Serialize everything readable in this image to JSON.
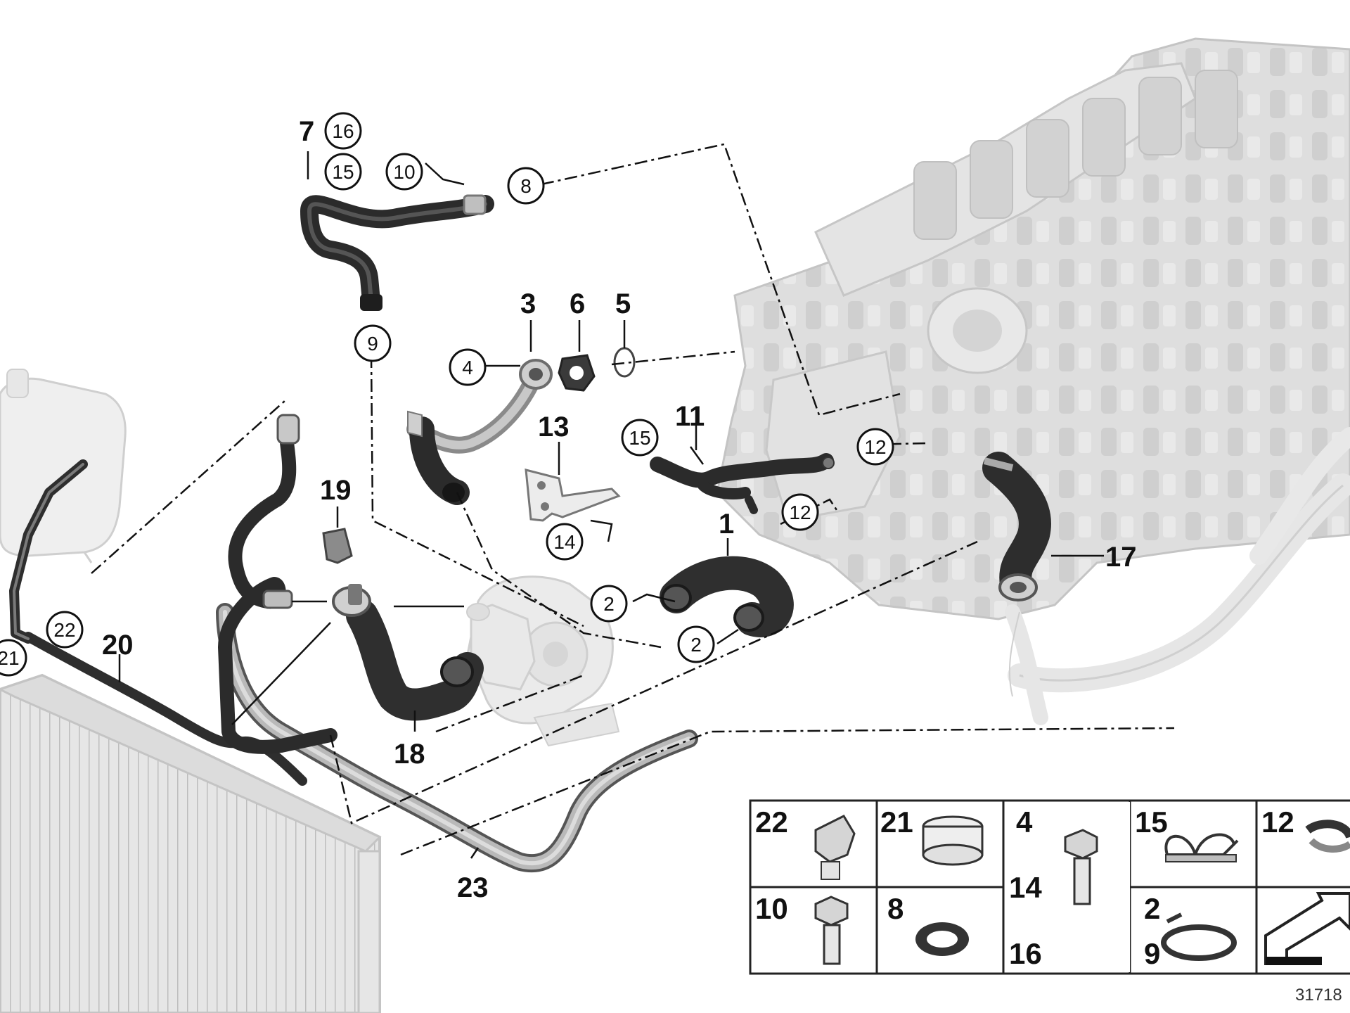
{
  "diagram_id": "31718",
  "callouts": {
    "n1": "1",
    "n3": "3",
    "n5": "5",
    "n6": "6",
    "n7": "7",
    "n11": "11",
    "n13": "13",
    "n17": "17",
    "n18": "18",
    "n19": "19",
    "n20": "20",
    "n23": "23"
  },
  "circled": {
    "c16": "16",
    "c15a": "15",
    "c10": "10",
    "c8": "8",
    "c9": "9",
    "c4": "4",
    "c15b": "15",
    "c12a": "12",
    "c12b": "12",
    "c14": "14",
    "c2a": "2",
    "c2b": "2",
    "c22": "22",
    "c21": "21"
  },
  "legend": {
    "r1": [
      "22",
      "21",
      "4",
      "15",
      "12"
    ],
    "r2a": [
      "10",
      "8",
      "14",
      "2"
    ],
    "r2b": [
      "16",
      "9"
    ]
  },
  "colors": {
    "ink": "#111111",
    "hose": "#3a3a3a",
    "engine": "#d9d9d9",
    "radiator": "#d6d6d6"
  }
}
